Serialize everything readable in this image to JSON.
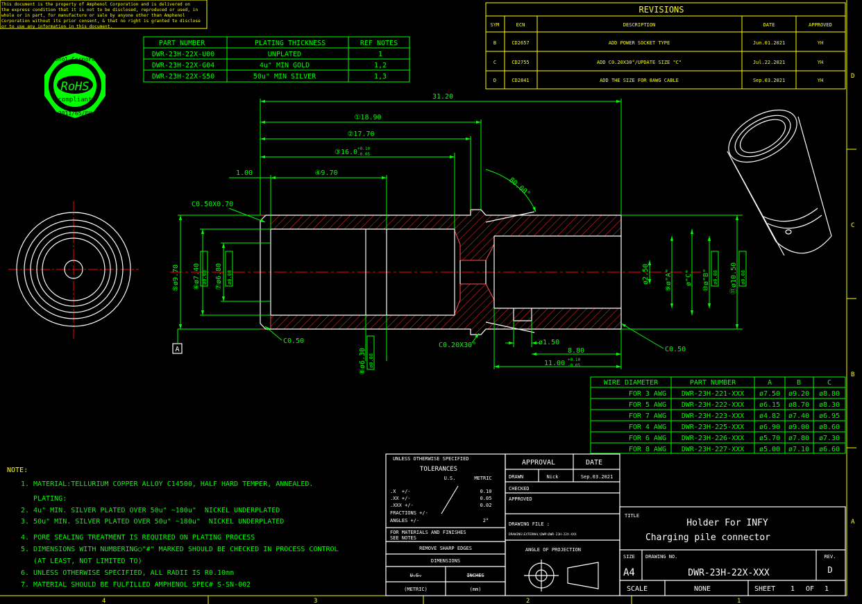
{
  "disclaimer": [
    "This document is the property of Amphenol Corporation and is delivered on",
    "the express condition that it is not to be disclosed, reproduced or used, in",
    "whole or in part, for manufacture or sale by anyone other than Amphenol",
    "Corporation without its prior consent, & that no right is granted to disclose",
    "or to use any information in this document."
  ],
  "rohs": {
    "top": "Amphenol Corporation",
    "center": "RoHS",
    "mid": "compliant",
    "bottom": "2011/65/EU"
  },
  "plating_table": {
    "headers": [
      "PART NUMBER",
      "PLATING THICKNESS",
      "REF NOTES"
    ],
    "rows": [
      [
        "DWR-23H-22X-U00",
        "UNPLATED",
        "1"
      ],
      [
        "DWR-23H-22X-G04",
        "4u\" MIN GOLD",
        "1,2"
      ],
      [
        "DWR-23H-22X-S50",
        "50u\" MIN SILVER",
        "1,3"
      ]
    ]
  },
  "revisions": {
    "title": "REVISIONS",
    "headers": [
      "SYM",
      "ECN",
      "DESCRIPTION",
      "DATE",
      "APPROVED"
    ],
    "rows": [
      [
        "B",
        "CD2657",
        "ADD POWER SOCKET TYPE",
        "Jun.01.2021",
        "YH"
      ],
      [
        "C",
        "CD2755",
        "ADD C0.20X30°/UPDATE SIZE \"C\"",
        "Jul.22.2021",
        "YH"
      ],
      [
        "D",
        "CD2841",
        "ADD THE SIZE FOR 8AWG CABLE",
        "Sep.03.2021",
        "YH"
      ]
    ]
  },
  "border": {
    "right": [
      "D",
      "C",
      "B",
      "A"
    ],
    "bottom": [
      "4",
      "3",
      "2",
      "1"
    ]
  },
  "dims": {
    "overall": "31.20",
    "d1": "①18.90",
    "d2": "②17.70",
    "d3": "③16.0",
    "d3_tol_up": "+0.10",
    "d3_tol_dn": "-0.05",
    "d4": "④9.70",
    "d_100": "1.00",
    "angle": "80.00°",
    "c050x070": "C0.50X0.70",
    "c050_left": "C0.50",
    "c020x30": "C0.20X30°",
    "c050_right": "C0.50",
    "d_dia150": "ø1.50",
    "d_880": "8.80",
    "d_1100": "11.00",
    "d_1100_up": "+0.10",
    "d_1100_dn": "-0.05",
    "dia970": "⑤ø9.70",
    "dia740": "⑥ø7.40",
    "dia680": "⑦ø6.80",
    "dia630": "⑧ø6.30",
    "dia250": "ø2.50",
    "diaA": "⑨ø\"A\"",
    "diaC": "ø\"C\"",
    "diaB": "⑩ø\"B\"",
    "dia1050": "⑪ø10.50",
    "tol": "ø0.08",
    "tol_a": "A",
    "datum": "A"
  },
  "wire_table": {
    "headers": [
      "WIRE DIAMETER",
      "PART NUMBER",
      "A",
      "B",
      "C"
    ],
    "rows": [
      [
        "FOR 3 AWG",
        "DWR-23H-221-XXX",
        "ø7.50",
        "ø9.20",
        "ø8.80"
      ],
      [
        "FOR 5 AWG",
        "DWR-23H-222-XXX",
        "ø6.15",
        "ø8.70",
        "ø8.30"
      ],
      [
        "FOR 7 AWG",
        "DWR-23H-223-XXX",
        "ø4.82",
        "ø7.40",
        "ø6.95"
      ],
      [
        "FOR 4 AWG",
        "DWR-23H-225-XXX",
        "ø6.90",
        "ø9.00",
        "ø8.60"
      ],
      [
        "FOR 6 AWG",
        "DWR-23H-226-XXX",
        "ø5.70",
        "ø7.80",
        "ø7.30"
      ],
      [
        "FOR 8 AWG",
        "DWR-23H-227-XXX",
        "ø5.00",
        "ø7.10",
        "ø6.60"
      ]
    ]
  },
  "notes": {
    "title": "NOTE:",
    "lines": [
      "1. MATERIAL:TELLURIUM COPPER ALLOY C14500, HALF HARD TEMPER, ANNEALED.",
      "   PLATING:",
      "2. 4u\" MIN. SILVER PLATED OVER 50u\" ~180u\"  NICKEL UNDERPLATED",
      "3. 50u\" MIN. SILVER PLATED OVER 50u\" ~180u\"  NICKEL UNDERPLATED",
      "4. PORE SEALING TREATMENT IS REQUIRED ON PLATING PROCESS",
      "5. DIMENSIONS WITH NUMBERING○\"#\" MARKED SHOULD BE CHECKED IN PROCESS CONTROL",
      "   (AT LEAST, NOT LIMITED TO)",
      "6. UNLESS OTHERWISE SPECIFIED, ALL RADII IS R0.10mm",
      "7. MATERIAL SHOULD BE FULFILLED AMPHENOL SPEC# S-SN-002"
    ]
  },
  "tolerances": {
    "head1": "UNLESS OTHERWISE SPECIFIED",
    "head2": "TOLERANCES",
    "us": "U.S.",
    "metric": "METRIC",
    "rows": [
      [
        ".X  +/-",
        "0.10"
      ],
      [
        ".XX +/-",
        "0.05"
      ],
      [
        ".XXX +/-",
        "0.02"
      ]
    ],
    "fractions": "FRACTIONS +/-",
    "angles": "ANGLES +/-",
    "angles_val": "2°",
    "materials1": "FOR MATERIALS AND FINISHES",
    "materials2": "SEE NOTES",
    "edges": "REMOVE SHARP EDGES",
    "dimensions": "DIMENSIONS",
    "us_unit": "U.S.",
    "inches": "INCHES",
    "metric_lbl": "(METRIC)",
    "mm": "(mm)"
  },
  "approval": {
    "approval": "APPROVAL",
    "date": "DATE",
    "drawn": "DRAWN",
    "drawn_by": "Nick",
    "drawn_date": "Sep.03.2021",
    "checked": "CHECKED",
    "approved": "APPROVED",
    "file_label": "DRAWING FILE :",
    "file_path": "DRAWING\\EXTERNAL\\DWR\\DWR-23H-22X-XXX",
    "projection": "ANGLE OF PROJECTION"
  },
  "title_block": {
    "title_label": "TITLE",
    "title1": "Holder For INFY",
    "title2": "Charging pile connector",
    "size_label": "SIZE",
    "size": "A4",
    "drawing_no_label": "DRAWING NO.",
    "drawing_no": "DWR-23H-22X-XXX",
    "rev_label": "REV.",
    "rev": "D",
    "scale_label": "SCALE",
    "scale": "NONE",
    "sheet_label": "SHEET",
    "sheet": "1",
    "of": "OF",
    "of_total": "1"
  }
}
